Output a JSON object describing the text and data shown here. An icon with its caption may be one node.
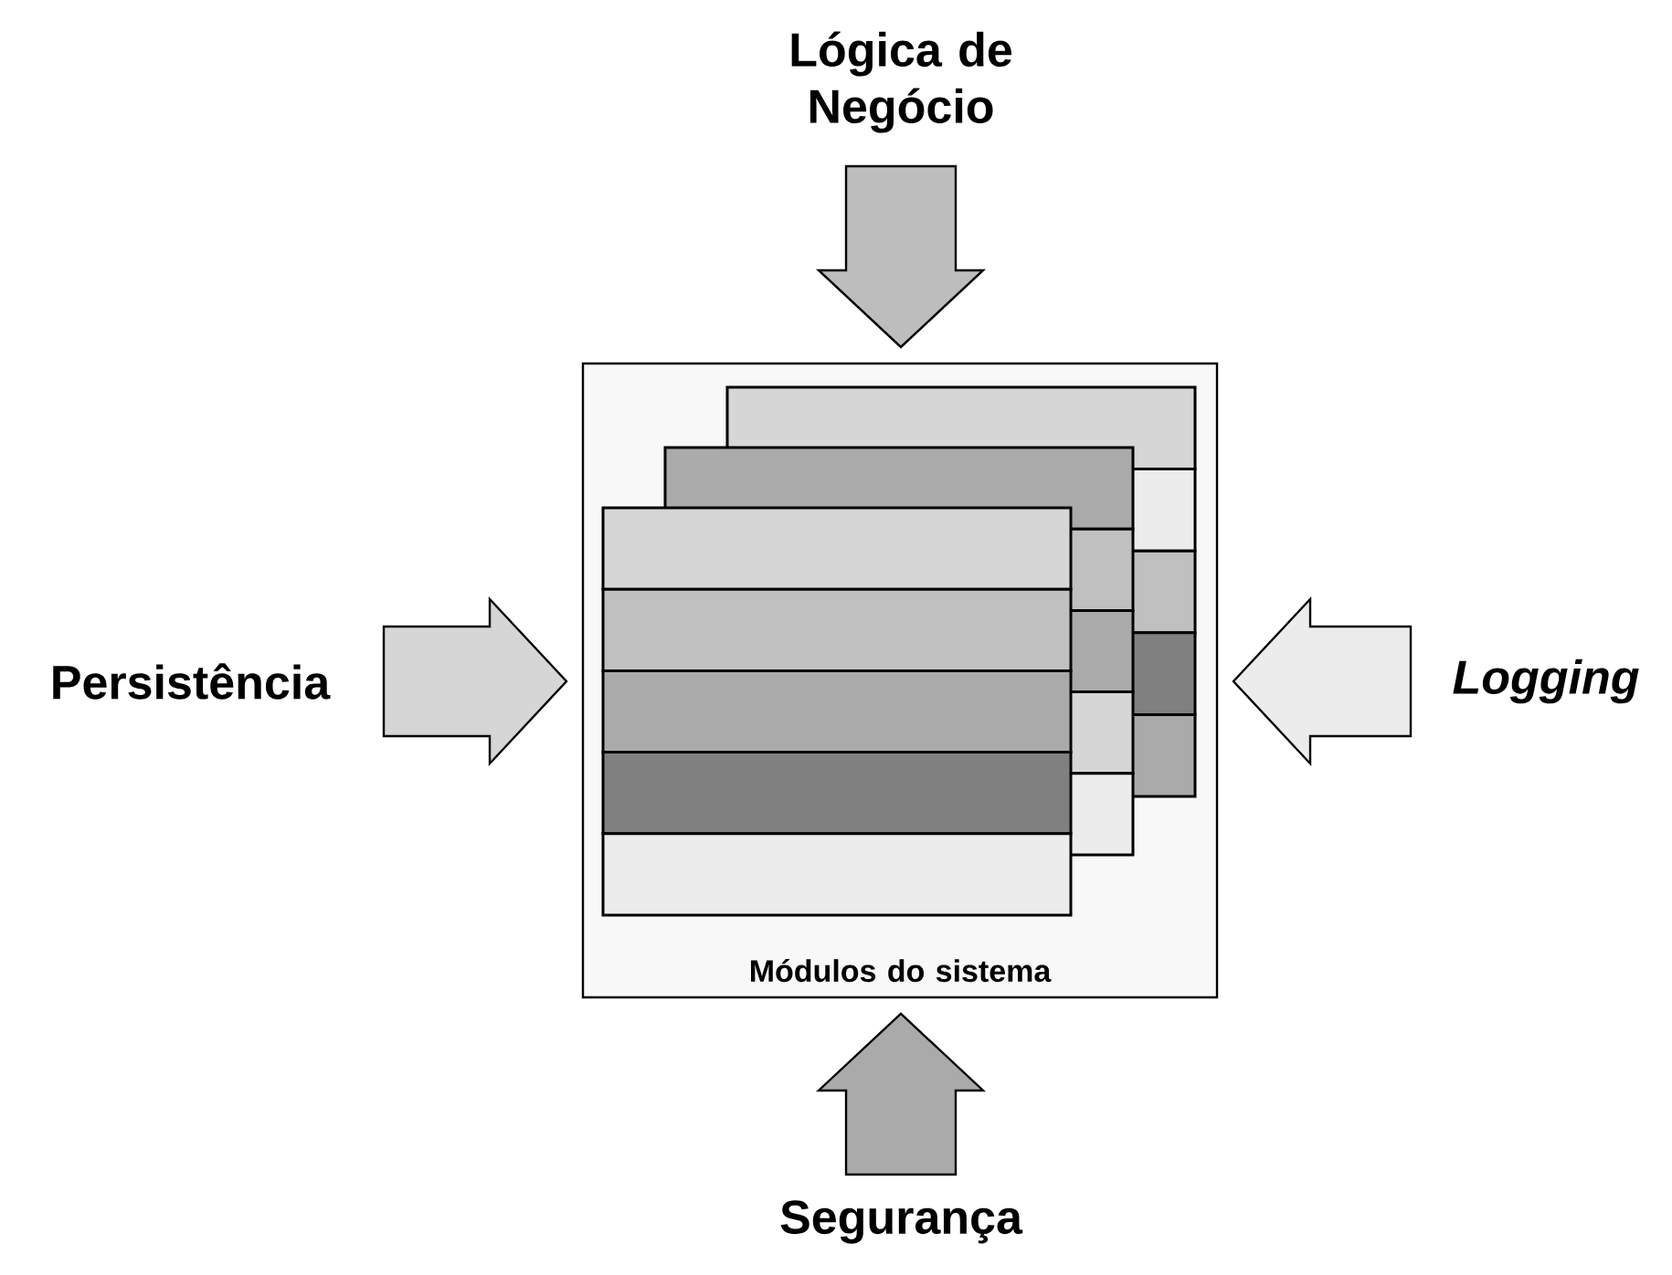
{
  "diagram": {
    "nodes": [
      {
        "text": [
          "Lógica de Negócio"
        ]
      },
      {
        "text": [
          "Persistência"
        ]
      },
      {
        "text": [
          "Módulos do sistema"
        ]
      },
      {
        "text": [
          "Logging"
        ]
      },
      {
        "text": [
          "Segurança"
        ]
      }
    ],
    "edges": [
      {
        "from": 0,
        "to": 2,
        "arrow": "to"
      },
      {
        "from": 1,
        "to": 2,
        "arrow": "to"
      },
      {
        "from": 3,
        "to": 2,
        "arrow": "to"
      },
      {
        "from": 4,
        "to": 2,
        "arrow": "to"
      }
    ]
  }
}
